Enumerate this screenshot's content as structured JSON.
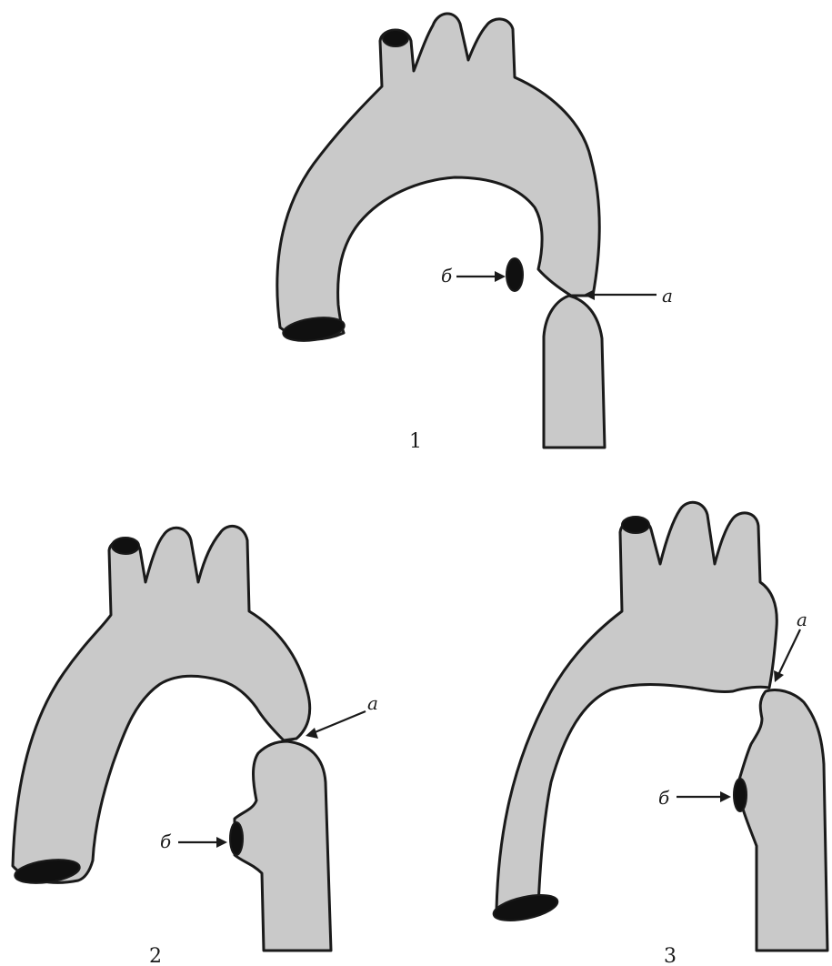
{
  "panels": [
    {
      "number": "1",
      "label_a": "a",
      "label_b": "б"
    },
    {
      "number": "2",
      "label_a": "a",
      "label_b": "б"
    },
    {
      "number": "3",
      "label_a": "a",
      "label_b": "б"
    }
  ],
  "colors": {
    "vessel_fill": "#c9c9c9",
    "outline": "#1a1a1a",
    "lumen": "#101010",
    "background": "#ffffff"
  }
}
